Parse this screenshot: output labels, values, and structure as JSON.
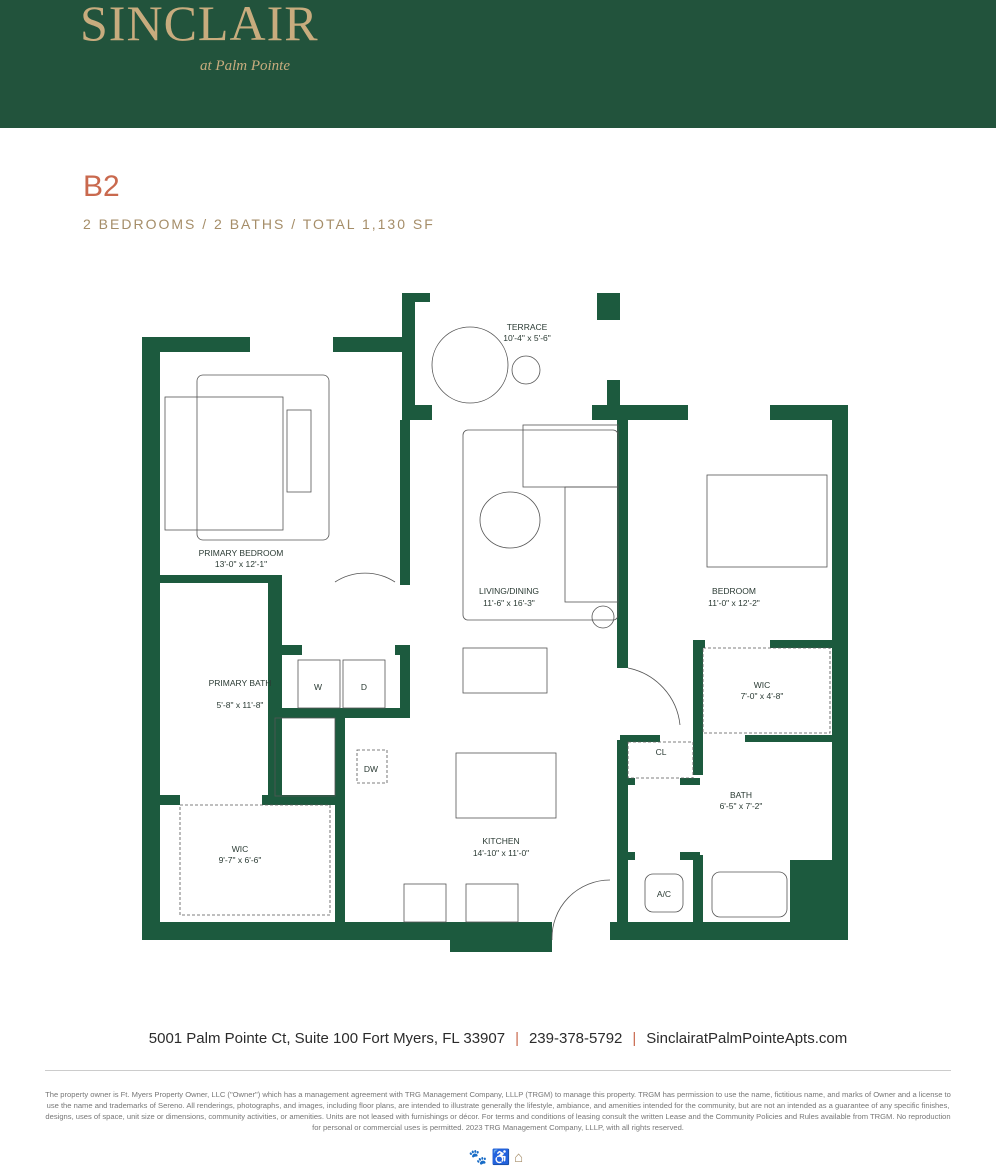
{
  "header": {
    "logo": "SINCLAIR",
    "logo_sub": "at Palm Pointe",
    "background": "#22533c",
    "logo_color": "#c8ac7e"
  },
  "unit": {
    "name": "B2",
    "info": "2 BEDROOMS / 2 BATHS / TOTAL 1,130 SF",
    "name_color": "#c9694e"
  },
  "rooms": [
    {
      "name": "TERRACE",
      "size": "10'-4\" x 5'-6\""
    },
    {
      "name": "PRIMARY BEDROOM",
      "size": "13'-0\" x 12'-1\""
    },
    {
      "name": "LIVING/DINING",
      "size": "11'-6\" x 16'-3\""
    },
    {
      "name": "BEDROOM",
      "size": "11'-0\" x 12'-2\""
    },
    {
      "name": "PRIMARY BATH",
      "size": "5'-8\" x 11'-8\""
    },
    {
      "name": "WIC",
      "size": "7'-0\" x 4'-8\""
    },
    {
      "name": "WIC",
      "size": "9'-7\" x 6'-6\""
    },
    {
      "name": "KITCHEN",
      "size": "14'-10\" x 11'-0\""
    },
    {
      "name": "BATH",
      "size": "6'-5\" x 7'-2\""
    }
  ],
  "fixtures": {
    "washer": "W",
    "dryer": "D",
    "dishwasher": "DW",
    "closet": "CL",
    "ac": "A/C"
  },
  "wall_color": "#1c5a3e",
  "footer": {
    "address": "5001 Palm Pointe Ct, Suite 100 Fort Myers, FL 33907",
    "phone": "239-378-5792",
    "website": "SinclairatPalmPointeApts.com",
    "separator": "|"
  },
  "disclaimer": "The property owner is Ft. Myers Property Owner, LLC (\"Owner\") which has a management agreement with TRG Management Company, LLLP (TRGM) to manage this property. TRGM has permission to use the name, fictitious name, and marks of Owner and a license to use the name and trademarks of Sereno. All renderings, photographs, and images, including floor plans, are intended to illustrate generally the lifestyle, ambiance, and amenities intended for the community, but are not an intended as a guarantee of any specific finishes, designs, uses of space, unit size or dimensions, community activities, or amenities. Units are not leased with furnishings or décor. For terms and conditions of leasing consult the written Lease and the Community Policies and Rules available from TRGM. No reproduction for personal or commercial uses is permitted. 2023 TRG Management Company, LLLP, with all rights reserved.",
  "footer_icons": [
    "pet-friendly-icon",
    "accessibility-icon",
    "equal-housing-icon"
  ]
}
